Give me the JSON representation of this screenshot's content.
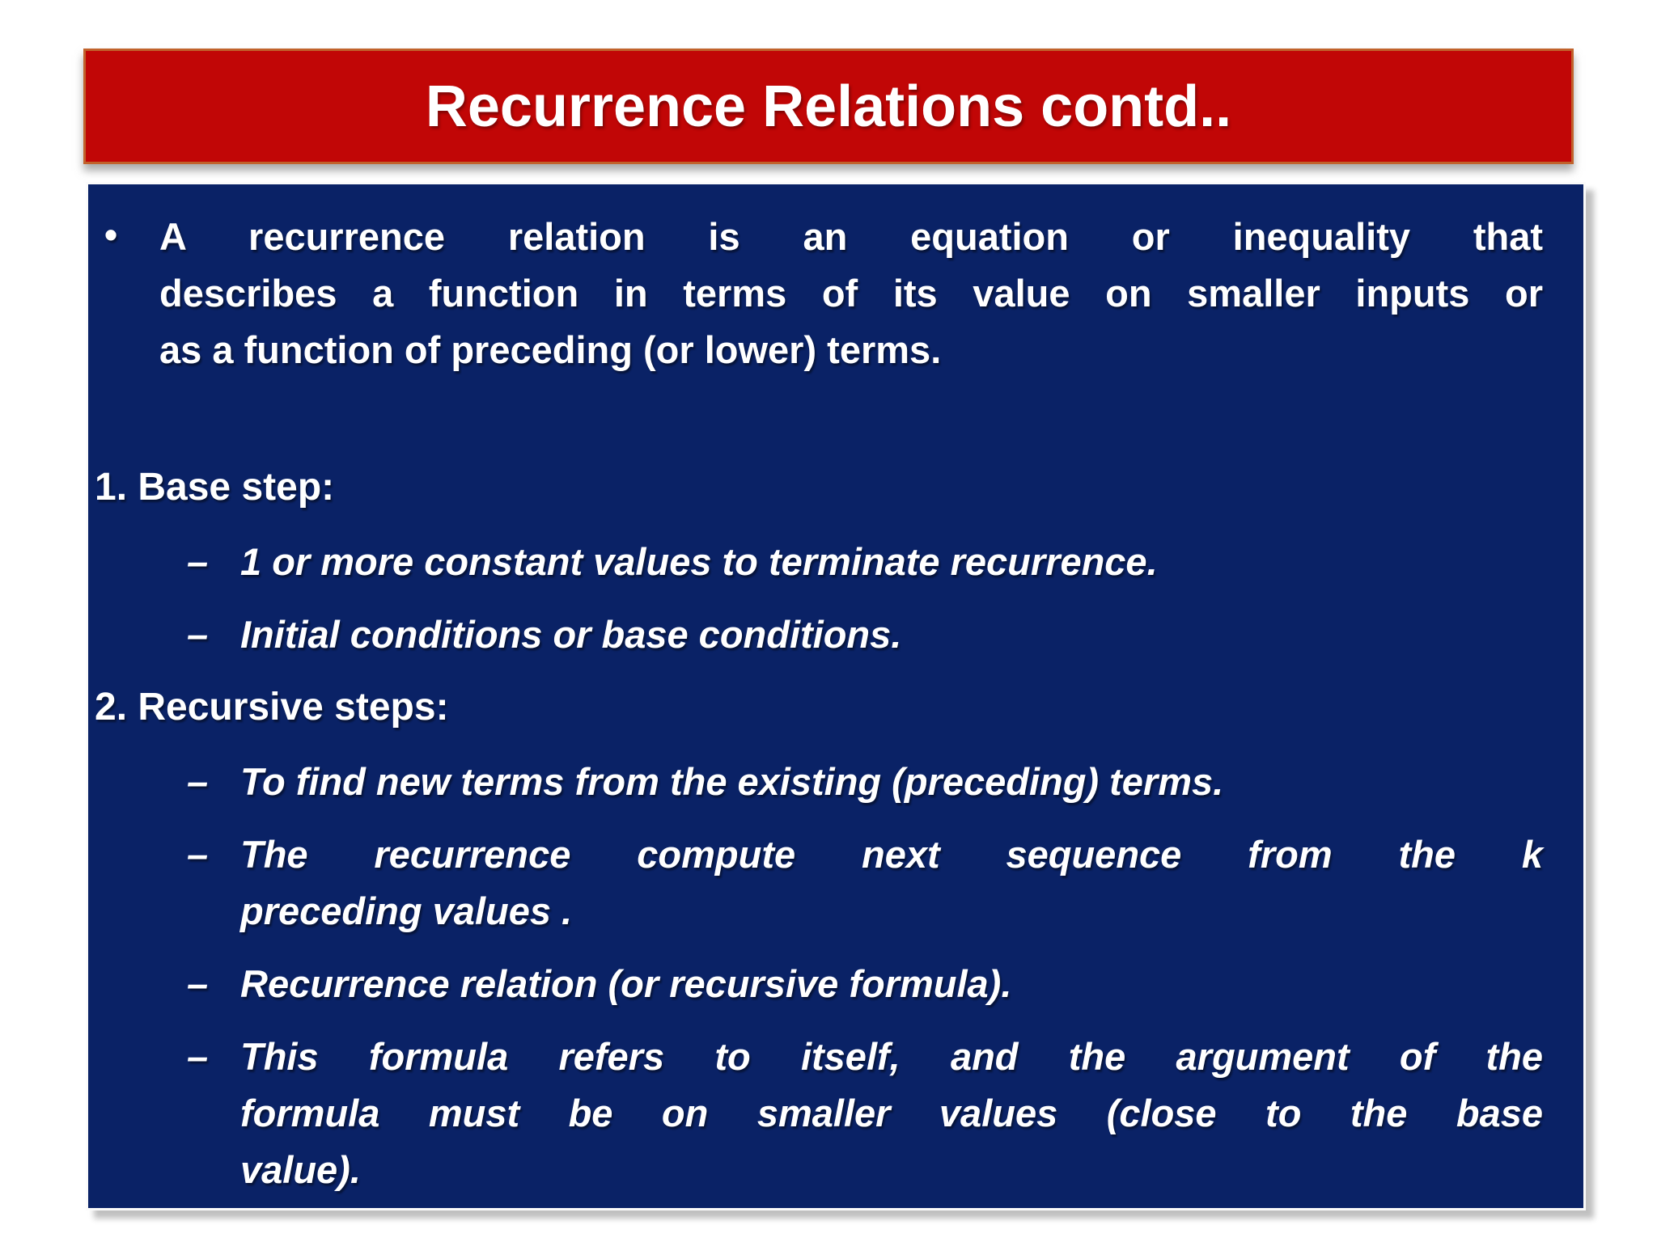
{
  "title": "Recurrence Relations contd..",
  "colors": {
    "banner_red": "#C10606",
    "banner_border_orange": "#C1622B",
    "content_navy": "#0A2266",
    "text_white": "#FFFFFF"
  },
  "content": {
    "bullet_glyph": "•",
    "dash_glyph": "–",
    "intro": {
      "lines": [
        "A recurrence relation is an equation or inequality that",
        "describes a function in terms of its value on smaller inputs or",
        "as a function of preceding (or lower) terms."
      ]
    },
    "sections": [
      {
        "label": "1. Base step:",
        "items": [
          {
            "lines": [
              "1 or more constant values to terminate recurrence."
            ]
          },
          {
            "lines": [
              "Initial conditions or base conditions."
            ]
          }
        ]
      },
      {
        "label": "2. Recursive steps:",
        "items": [
          {
            "lines": [
              "To find new terms from the existing (preceding) terms."
            ]
          },
          {
            "lines": [
              "The recurrence compute next sequence from the k",
              "preceding values ."
            ]
          },
          {
            "lines": [
              "Recurrence relation (or recursive formula)."
            ]
          },
          {
            "lines": [
              "This formula refers to itself, and the argument of the",
              "formula must be on smaller values (close to the base",
              "value)."
            ]
          }
        ]
      }
    ]
  }
}
